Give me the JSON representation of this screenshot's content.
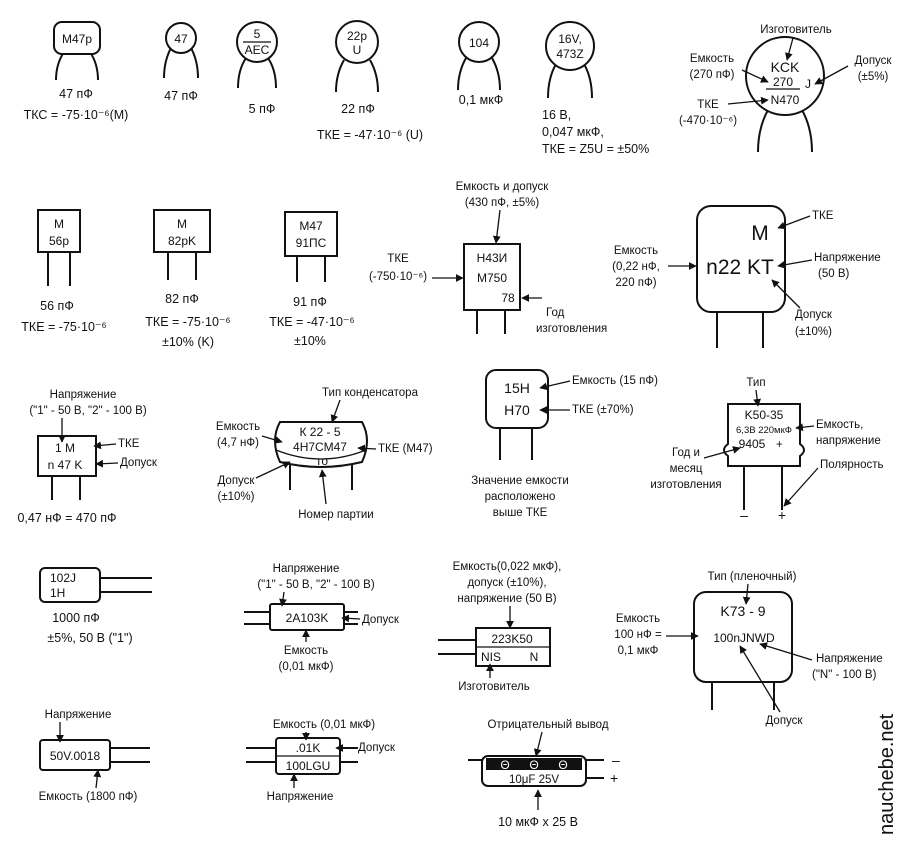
{
  "row1": {
    "c1": {
      "mark": "M47p",
      "cap1": "47 пФ",
      "cap2": "ТКС = -75·10⁻⁶(M)"
    },
    "c2": {
      "mark": "47",
      "cap": "47 пФ"
    },
    "c3": {
      "mark_top": "5",
      "mark_bottom": "AEC",
      "cap": "5 пФ"
    },
    "c4": {
      "mark_top": "22p",
      "mark_bottom": "U",
      "cap1": "22 пФ",
      "cap2": "ТКЕ = -47·10⁻⁶ (U)"
    },
    "c5": {
      "mark": "104",
      "cap": "0,1 мкФ"
    },
    "c6": {
      "mark_top": "16V,",
      "mark_bottom": "473Z",
      "cap1": "16 В,",
      "cap2": "0,047 мкФ,",
      "cap3": "ТКЕ = Z5U = ±50%"
    },
    "c7": {
      "mark1": "KCK",
      "mark2": "270",
      "mark3": "J",
      "mark4": "N470",
      "manufacturer": "Изготовитель",
      "cap_label1": "Емкость",
      "cap_label2": "(270 пФ)",
      "tol_label1": "Допуск",
      "tol_label2": "(±5%)",
      "tke_label1": "ТКЕ",
      "tke_label2": "(-470·10⁻⁶)"
    }
  },
  "row2": {
    "c1": {
      "mark1": "M",
      "mark2": "56p",
      "cap1": "56 пФ",
      "cap2": "ТКЕ = -75·10⁻⁶"
    },
    "c2": {
      "mark1": "M",
      "mark2": "82pK",
      "cap1": "82 пФ",
      "cap2": "ТКЕ = -75·10⁻⁶",
      "cap3": "±10% (K)"
    },
    "c3": {
      "mark1": "M47",
      "mark2": "91ПС",
      "cap1": "91 пФ",
      "cap2": "ТКЕ = -47·10⁻⁶",
      "cap3": "±10%"
    },
    "c4": {
      "mark1": "Н43И",
      "mark2": "M750",
      "mark3": "78",
      "top_label1": "Емкость и допуск",
      "top_label2": "(430 пФ, ±5%)",
      "tke_label1": "ТКЕ",
      "tke_label2": "(-750·10⁻⁶)",
      "year_label1": "Год",
      "year_label2": "изготовления"
    },
    "c5": {
      "mark1": "M",
      "mark2": "n22 KT",
      "tke_label": "ТКЕ",
      "volt_label1": "Напряжение",
      "volt_label2": "(50 В)",
      "cap_label1": "Емкость",
      "cap_label2": "(0,22 нФ,",
      "cap_label3": "220 пФ)",
      "tol_label1": "Допуск",
      "tol_label2": "(±10%)"
    }
  },
  "row3": {
    "c1": {
      "mark1": "1 M",
      "mark2": "n 47 K",
      "volt_label1": "Напряжение",
      "volt_label2": "(\"1\" - 50 В, \"2\" - 100 В)",
      "tke_label": "ТКЕ",
      "tol_label": "Допуск",
      "cap": "0,47 нФ = 470 пФ"
    },
    "c2": {
      "mark1": "К 22 - 5",
      "mark2": "4Н7СМ47",
      "mark3": "то",
      "type_label": "Тип конденсатора",
      "cap_label1": "Емкость",
      "cap_label2": "(4,7 нФ)",
      "tke_label": "ТКЕ (M47)",
      "tol_label1": "Допуск",
      "tol_label2": "(±10%)",
      "batch_label": "Номер партии"
    },
    "c3": {
      "mark1": "15H",
      "mark2": "H70",
      "cap_label": "Емкость (15 пФ)",
      "tke_label": "ТКЕ (±70%)",
      "note1": "Значение емкости",
      "note2": "расположено",
      "note3": "выше ТКЕ"
    },
    "c4": {
      "mark1": "K50-35",
      "mark2": "6,3В 220мкФ",
      "mark3": "9405",
      "type_label": "Тип",
      "cap_label1": "Емкость,",
      "cap_label2": "напряжение",
      "date_label1": "Год и",
      "date_label2": "месяц",
      "date_label3": "изготовления",
      "pol_label": "Полярность",
      "minus": "–",
      "plus": "+"
    }
  },
  "row4": {
    "c1": {
      "mark1": "102J",
      "mark2": "1H",
      "cap1": "1000 пФ",
      "cap2": "±5%, 50 В (\"1\")"
    },
    "c2": {
      "mark": "2A103K",
      "volt_label1": "Напряжение",
      "volt_label2": "(\"1\" - 50 В, \"2\" - 100 В)",
      "tol_label": "Допуск",
      "cap_label1": "Емкость",
      "cap_label2": "(0,01 мкФ)"
    },
    "c3": {
      "mark1": "223K50",
      "mark2": "NIS",
      "mark3": "N",
      "top_label1": "Емкость(0,022 мкФ),",
      "top_label2": "допуск (±10%),",
      "top_label3": "напряжение (50 В)",
      "mfr_label": "Изготовитель"
    },
    "c4": {
      "mark1": "K73 - 9",
      "mark2": "100nJNWD",
      "type_label": "Тип (пленочный)",
      "cap_label1": "Емкость",
      "cap_label2": "100 нФ =",
      "cap_label3": "0,1 мкФ",
      "volt_label1": "Напряжение",
      "volt_label2": "(\"N\" - 100 В)",
      "tol_label": "Допуск"
    }
  },
  "row5": {
    "c1": {
      "mark": "50V.0018",
      "volt_label": "Напряжение",
      "cap_label": "Емкость (1800 пФ)"
    },
    "c2": {
      "mark1": ".01K",
      "mark2": "100LGU",
      "cap_label": "Емкость (0,01 мкФ)",
      "tol_label": "Допуск",
      "volt_label": "Напряжение"
    },
    "c3": {
      "mark_sym": "Θ",
      "mark2": "10μF 25V",
      "neg_label": "Отрицательный вывод",
      "minus": "–",
      "plus": "+",
      "cap": "10 мкФ х 25 В"
    }
  },
  "watermark": "nauchebe.net"
}
